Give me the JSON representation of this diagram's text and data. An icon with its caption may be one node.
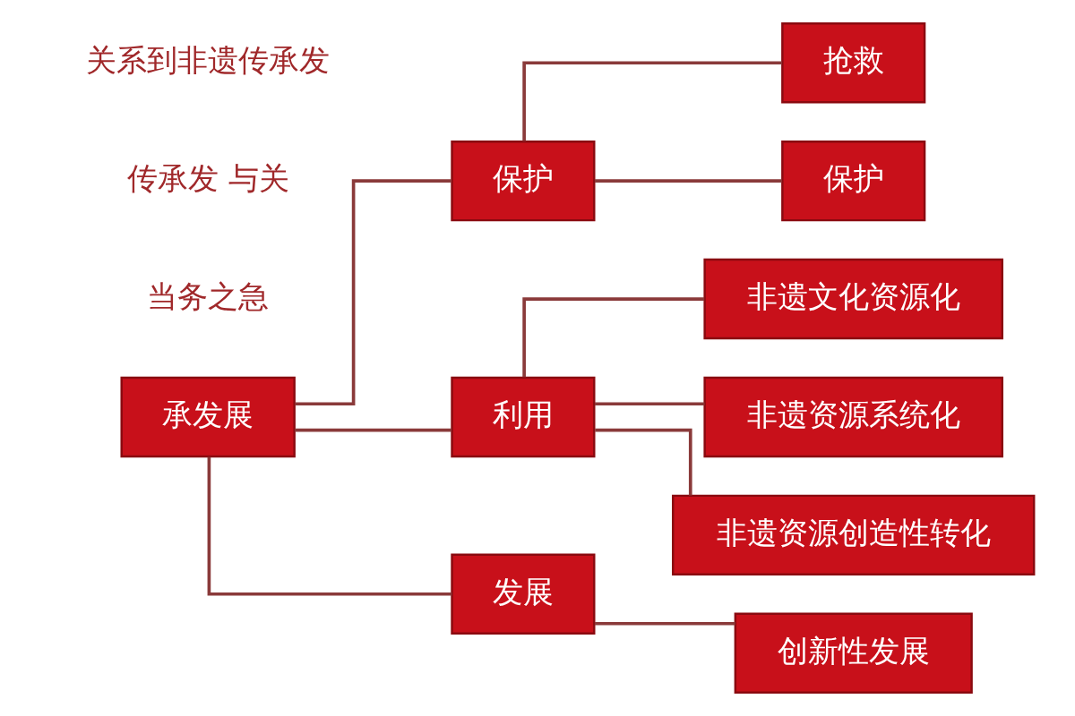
{
  "diagram": {
    "nodes": [
      {
        "text": [
          "承发展"
        ]
      },
      {
        "text": [
          "保护"
        ]
      },
      {
        "text": [
          "利用"
        ]
      },
      {
        "text": [
          "发展"
        ]
      },
      {
        "text": [
          "抢救"
        ]
      },
      {
        "text": [
          "保护"
        ]
      },
      {
        "text": [
          "非遗文化资源化"
        ]
      },
      {
        "text": [
          "非遗资源系统化"
        ]
      },
      {
        "text": [
          "非遗资源创造性转化"
        ]
      },
      {
        "text": [
          "创新性发展"
        ]
      }
    ],
    "edges": [
      {
        "from": 0,
        "to": 1,
        "arrow": "none"
      },
      {
        "from": 0,
        "to": 2,
        "arrow": "none"
      },
      {
        "from": 0,
        "to": 3,
        "arrow": "none"
      },
      {
        "from": 1,
        "to": 4,
        "arrow": "none"
      },
      {
        "from": 1,
        "to": 5,
        "arrow": "none"
      },
      {
        "from": 2,
        "to": 6,
        "arrow": "none"
      },
      {
        "from": 2,
        "to": 7,
        "arrow": "none"
      },
      {
        "from": 2,
        "to": 8,
        "arrow": "none"
      },
      {
        "from": 3,
        "to": 9,
        "arrow": "none"
      }
    ],
    "labels": [
      "当务之急",
      "传承发 与关",
      "关系到非遗传承发"
    ]
  }
}
